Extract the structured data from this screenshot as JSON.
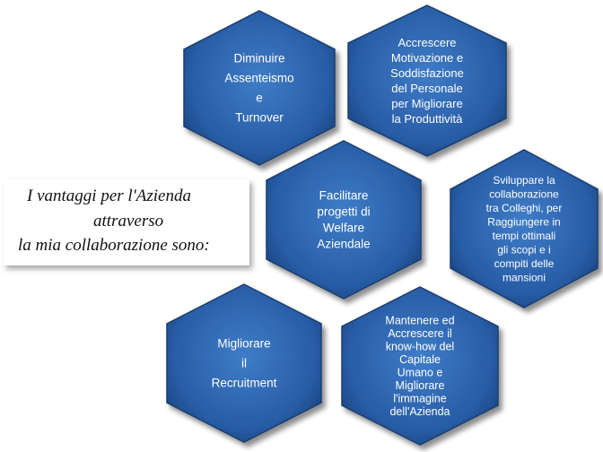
{
  "caption": {
    "line1": "I vantaggi per l'Azienda",
    "line2": "attraverso",
    "line3": "la mia collaborazione sono:"
  },
  "hexagons": [
    {
      "id": "hex-diminuire-assenteismo",
      "lines": [
        "Diminuire",
        "Assenteismo",
        "e",
        "Turnover"
      ]
    },
    {
      "id": "hex-accrescere-motivazione",
      "lines": [
        "Accrescere",
        "Motivazione e",
        "Soddisfazione",
        "del Personale",
        "per Migliorare",
        "la Produttività"
      ]
    },
    {
      "id": "hex-facilitare-welfare",
      "lines": [
        "Facilitare",
        "progetti di",
        "Welfare",
        "Aziendale"
      ]
    },
    {
      "id": "hex-sviluppare-collaborazione",
      "lines": [
        "Sviluppare la",
        "collaborazione",
        "tra Colleghi, per",
        "Raggiungere  in",
        "tempi ottimali",
        "gli scopi e i",
        "compiti delle",
        "mansioni"
      ]
    },
    {
      "id": "hex-migliorare-recruitment",
      "lines": [
        "Migliorare",
        "il",
        "Recruitment"
      ]
    },
    {
      "id": "hex-mantenere-knowhow",
      "lines": [
        "Mantenere ed",
        "Accrescere il",
        "know-how del",
        "Capitale",
        "Umano  e",
        "Migliorare",
        "l'immagine",
        "dell'Azienda"
      ]
    }
  ],
  "colors": {
    "hex_fill_light": "#3d78c2",
    "hex_fill_dark": "#163f79",
    "hex_border": "#1b3e6e",
    "text": "#ffffff"
  }
}
